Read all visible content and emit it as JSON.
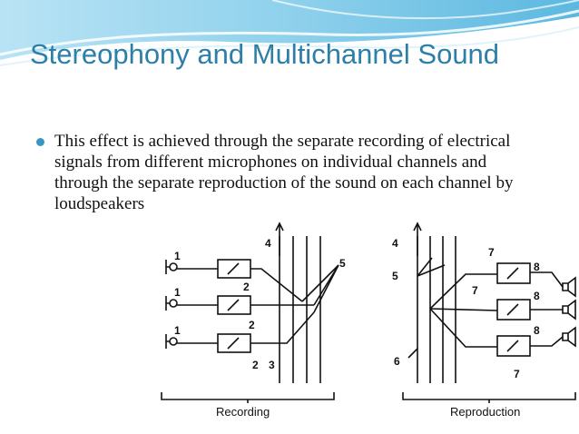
{
  "slide": {
    "title": "Stereophony and Multichannel Sound",
    "bullet": "This effect is achieved through the separate recording of electrical signals from different microphones on individual channels and through the separate reproduction of the sound on each channel by loudspeakers"
  },
  "figure": {
    "recording_caption": "Recording",
    "reproduction_caption": "Reproduction",
    "labels": {
      "one": "1",
      "two": "2",
      "three": "3",
      "four": "4",
      "five": "5",
      "six": "6",
      "seven": "7",
      "eight": "8"
    }
  },
  "colors": {
    "title": "#2e7fa8",
    "accent": "#3b95c4",
    "header_wave": "#7cc7e6"
  }
}
